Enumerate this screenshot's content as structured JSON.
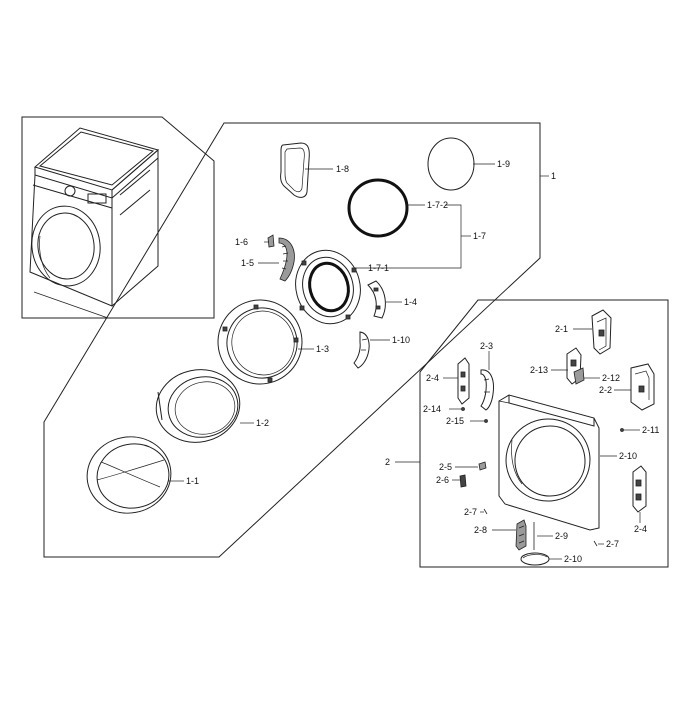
{
  "callouts": {
    "p1": "1",
    "p1_1": "1-1",
    "p1_2": "1-2",
    "p1_3": "1-3",
    "p1_4": "1-4",
    "p1_5": "1-5",
    "p1_6": "1-6",
    "p1_7": "1-7",
    "p1_7_1": "1-7-1",
    "p1_7_2": "1-7-2",
    "p1_8": "1-8",
    "p1_9": "1-9",
    "p1_10": "1-10",
    "p2": "2",
    "p2_1": "2-1",
    "p2_2": "2-2",
    "p2_3": "2-3",
    "p2_4a": "2-4",
    "p2_4b": "2-4",
    "p2_5": "2-5",
    "p2_6": "2-6",
    "p2_7a": "2-7",
    "p2_7b": "2-7",
    "p2_8": "2-8",
    "p2_9": "2-9",
    "p2_10a": "2-10",
    "p2_10b": "2-10",
    "p2_11": "2-11",
    "p2_12": "2-12",
    "p2_13": "2-13",
    "p2_14": "2-14",
    "p2_15": "2-15"
  }
}
